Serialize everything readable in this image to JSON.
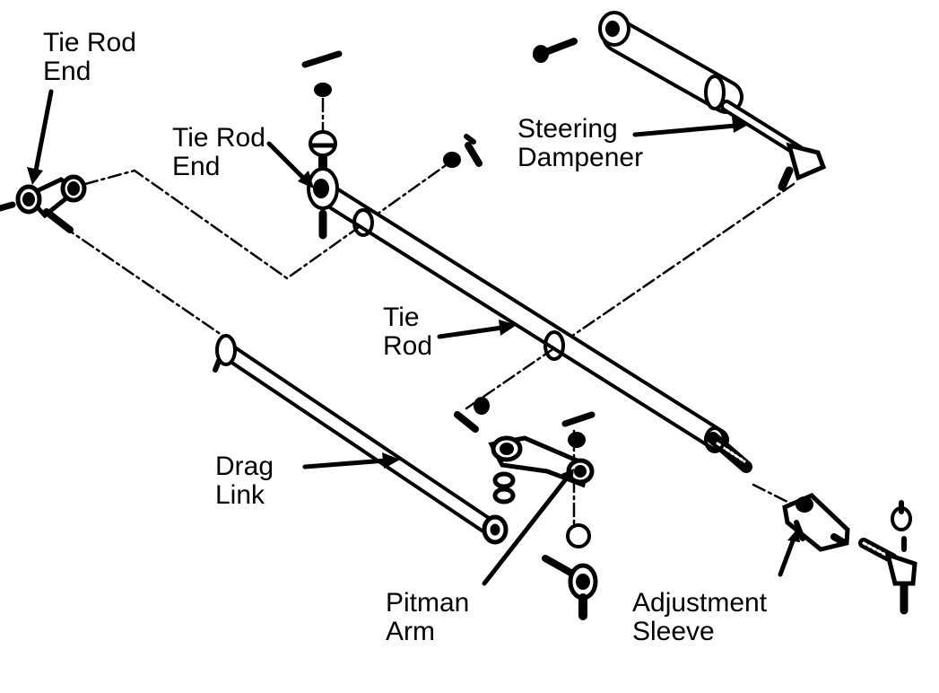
{
  "labels": {
    "tie_rod_end_left": {
      "line1": "Tie Rod",
      "line2": "End"
    },
    "tie_rod_end_center": {
      "line1": "Tie Rod",
      "line2": "End"
    },
    "steering_dampener": {
      "line1": "Steering",
      "line2": "Dampener"
    },
    "tie_rod": {
      "line1": "Tie",
      "line2": "Rod"
    },
    "drag_link": {
      "line1": "Drag",
      "line2": "Link"
    },
    "pitman_arm": {
      "line1": "Pitman",
      "line2": "Arm"
    },
    "adjustment_sleeve": {
      "line1": "Adjustment",
      "line2": "Sleeve"
    }
  },
  "colors": {
    "ink": "#000000",
    "paper": "#ffffff"
  }
}
